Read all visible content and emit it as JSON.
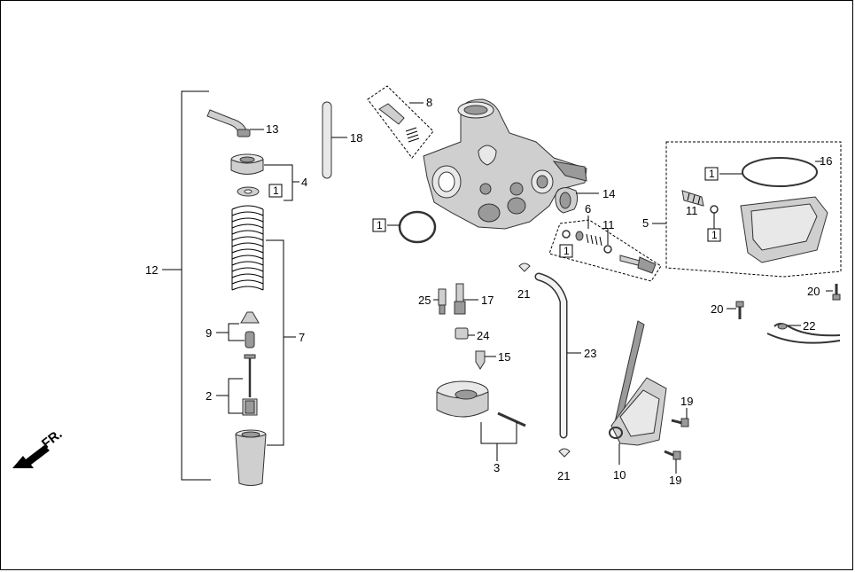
{
  "callouts": {
    "c13": "13",
    "c18": "18",
    "c8": "8",
    "c16": "16",
    "c4": "4",
    "c14": "14",
    "c6": "6",
    "c11a": "11",
    "c11b": "11",
    "c5": "5",
    "c12": "12",
    "c7": "7",
    "c9": "9",
    "c2": "2",
    "c21a": "21",
    "c21b": "21",
    "c25": "25",
    "c17": "17",
    "c24": "24",
    "c15": "15",
    "c23": "23",
    "c20a": "20",
    "c20b": "20",
    "c22": "22",
    "c19a": "19",
    "c19b": "19",
    "c10": "10",
    "c3": "3"
  },
  "boxed_labels": {
    "b1": "1",
    "b2": "1",
    "b3": "1",
    "b4": "1",
    "b5": "1"
  },
  "direction_label": "FR."
}
